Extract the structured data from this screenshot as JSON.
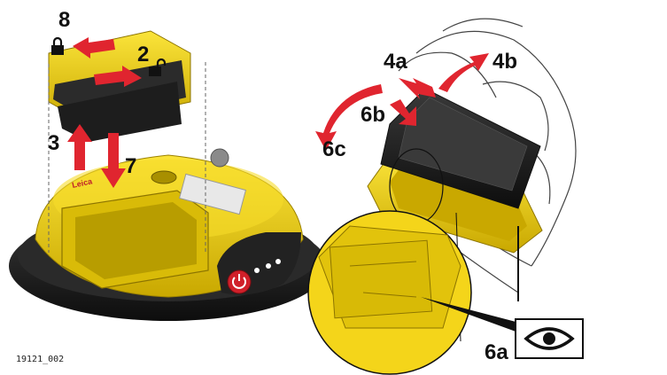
{
  "figure_id": "19121_002",
  "callouts": {
    "c8": "8",
    "c2": "2",
    "c3": "3",
    "c7": "7",
    "c4a": "4a",
    "c4b": "4b",
    "c6b": "6b",
    "c6c": "6c",
    "c6a": "6a"
  },
  "device_label": "Leica",
  "icons": [
    "lock-closed-icon",
    "lock-open-icon",
    "eye-icon",
    "power-icon"
  ],
  "colors": {
    "device_yellow": "#f3d20f",
    "device_dark_yellow": "#c9a800",
    "arrow_red": "#e0252f",
    "base_black": "#1a1a1a",
    "battery_black": "#2b2b2b",
    "button_red": "#d0202a"
  }
}
